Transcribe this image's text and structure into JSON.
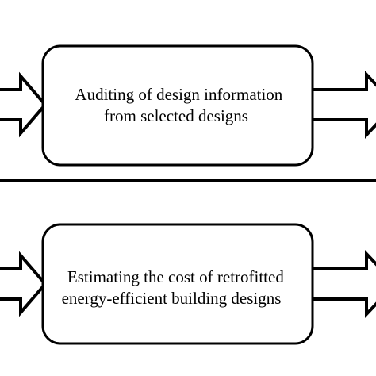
{
  "diagram": {
    "panels": [
      {
        "id": "top",
        "lines": [
          "Auditing of design information",
          "from selected designs"
        ]
      },
      {
        "id": "bottom",
        "lines": [
          "Estimating the cost of retrofitted",
          "energy-efficient building designs"
        ]
      }
    ],
    "colors": {
      "stroke": "#000000",
      "fill": "#ffffff"
    }
  }
}
